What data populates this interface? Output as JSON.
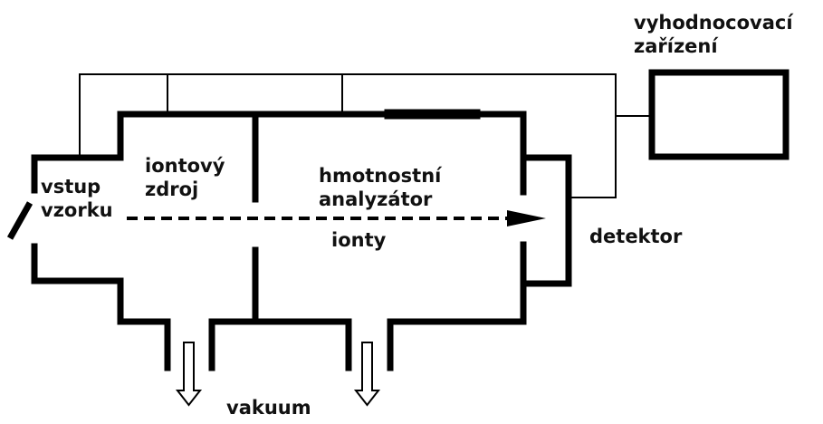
{
  "labels": {
    "evaluation_device": [
      "vyhodnocovací",
      "zařízení"
    ],
    "sample_inlet": [
      "vstup",
      "vzorku"
    ],
    "ion_source": [
      "iontový",
      "zdroj"
    ],
    "mass_analyzer": [
      "hmotnostní",
      "analyzátor"
    ],
    "ions": "ionty",
    "detector": "detektor",
    "vacuum": "vakuum"
  },
  "colors": {
    "line": "#000000",
    "background": "#ffffff"
  }
}
